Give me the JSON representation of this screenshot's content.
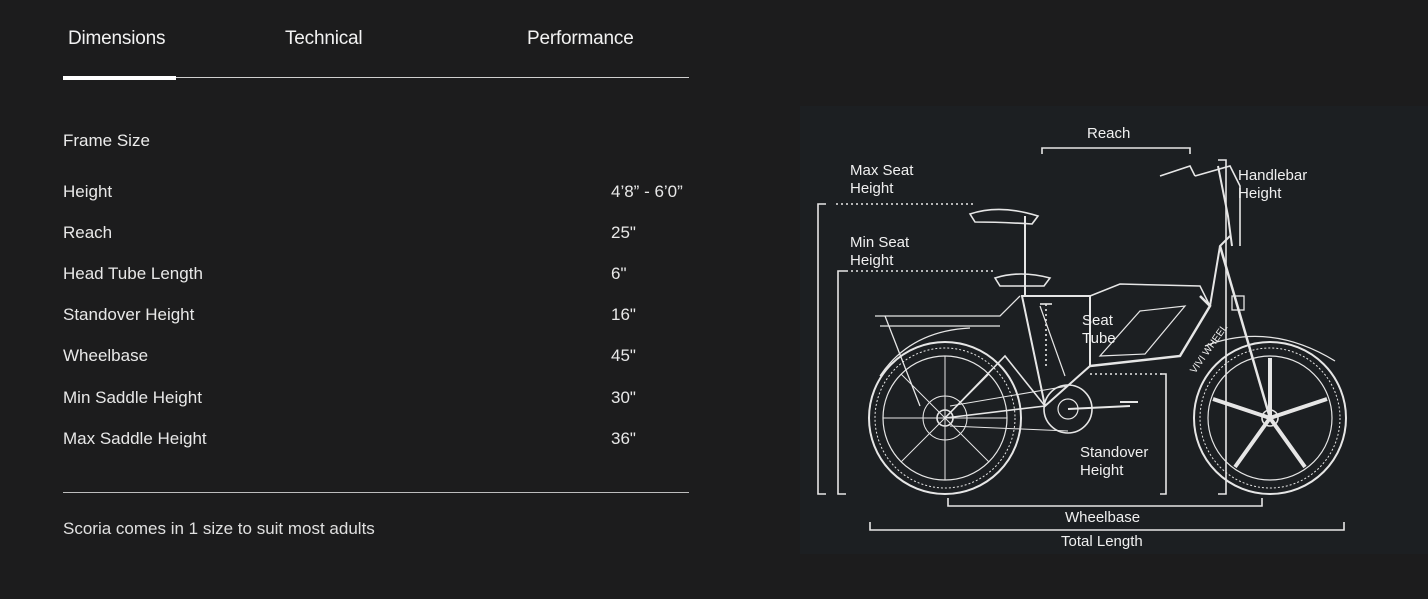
{
  "tabs": [
    {
      "label": "Dimensions",
      "active": true
    },
    {
      "label": "Technical",
      "active": false
    },
    {
      "label": "Performance",
      "active": false
    }
  ],
  "specs": {
    "section_title": "Frame Size",
    "rows": [
      {
        "label": "Height",
        "value": "4’8” - 6’0”"
      },
      {
        "label": "Reach",
        "value": "25\""
      },
      {
        "label": "Head Tube Length",
        "value": "6\""
      },
      {
        "label": "Standover Height",
        "value": "16\""
      },
      {
        "label": "Wheelbase",
        "value": "45\""
      },
      {
        "label": "Min Saddle Height",
        "value": "30\""
      },
      {
        "label": "Max Saddle Height",
        "value": "36\""
      }
    ],
    "note": "Scoria comes in 1 size to suit most adults"
  },
  "diagram": {
    "reach": "Reach",
    "max_seat_1": "Max Seat",
    "max_seat_2": "Height",
    "min_seat_1": "Min Seat",
    "min_seat_2": "Height",
    "handlebar_1": "Handlebar",
    "handlebar_2": "Height",
    "seat_tube_1": "Seat",
    "seat_tube_2": "Tube",
    "standover_1": "Standover",
    "standover_2": "Height",
    "wheelbase": "Wheelbase",
    "total_length": "Total Length",
    "bike_brand": "VIVI WHEEL"
  },
  "colors": {
    "background": "#1c1c1d",
    "diagram_bg": "#1c1f22",
    "text": "#ececec",
    "line": "#cfcfcf"
  }
}
